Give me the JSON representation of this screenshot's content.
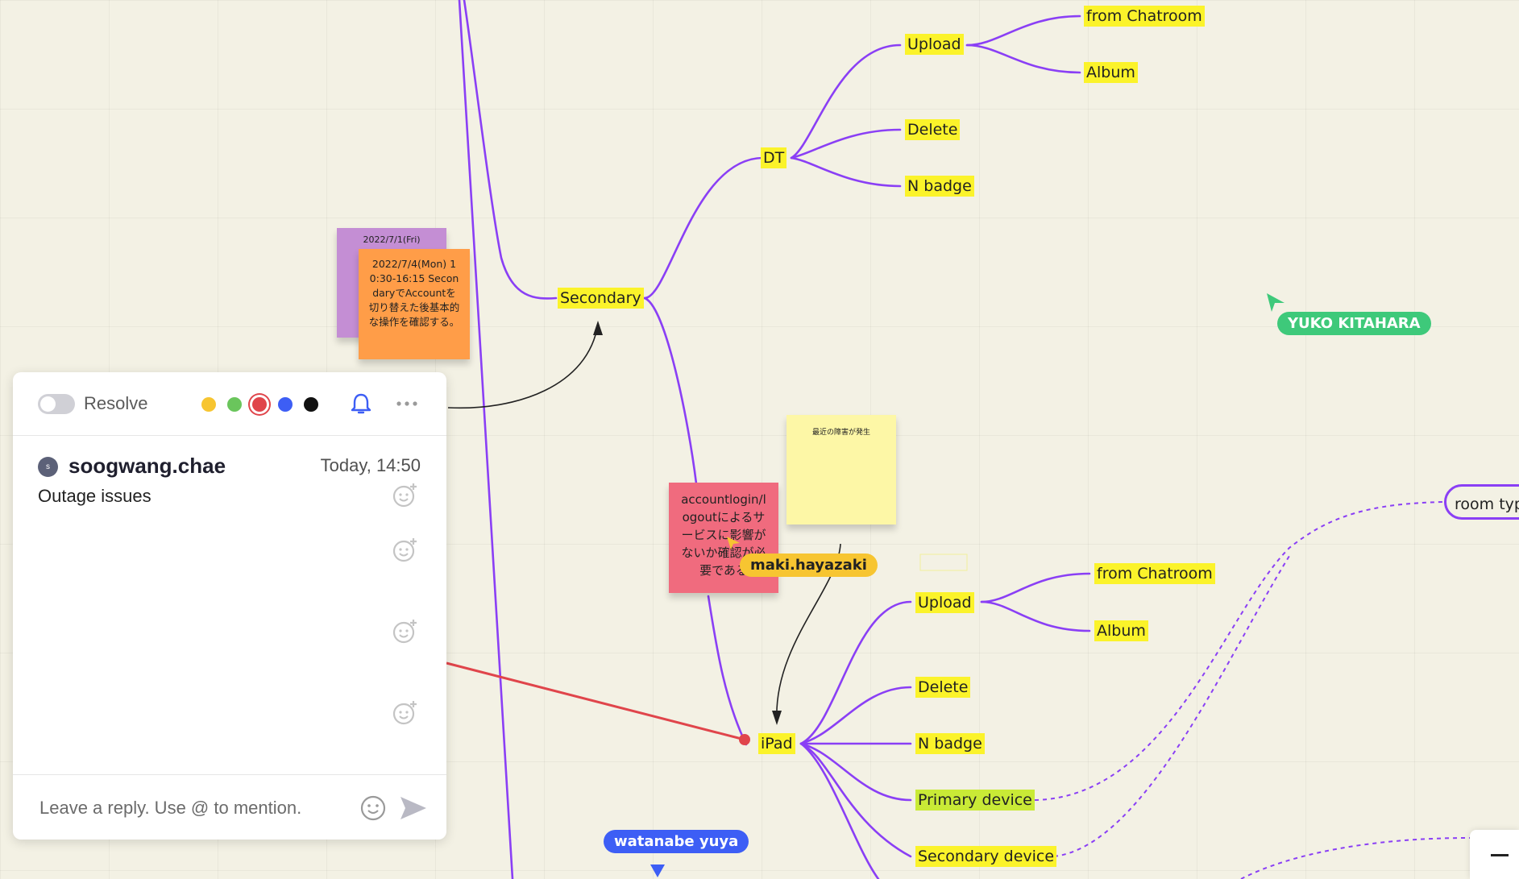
{
  "mindmap": {
    "dt": "DT",
    "secondary": "Secondary",
    "ipad": "iPad",
    "dt_upload": "Upload",
    "dt_from_chatroom": "from Chatroom",
    "dt_album": "Album",
    "dt_delete": "Delete",
    "dt_n_badge": "N badge",
    "ipad_upload": "Upload",
    "ipad_from_chatroom": "from Chatroom",
    "ipad_album": "Album",
    "ipad_delete": "Delete",
    "ipad_n_badge": "N badge",
    "primary_device": "Primary device",
    "secondary_device": "Secondary device",
    "room_type": "room type"
  },
  "stickies": {
    "purple_date": "2022/7/1(Fri)",
    "orange_text": "2022/7/4(Mon) 10:30-16:15 SecondaryでAccountを切り替えた後基本的な操作を確認する。",
    "red_text": "accountlogin/logoutによるサービスに影響がないか確認が必要である",
    "yellow_text": "最近の障害が発生"
  },
  "cursors": {
    "yuko": "YUKO KITAHARA",
    "maki": "maki.hayazaki",
    "watanabe": "watanabe yuya"
  },
  "comment": {
    "resolve_label": "Resolve",
    "author_initial": "s",
    "author": "soogwang.chae",
    "time": "Today, 14:50",
    "text": "Outage issues",
    "reply_placeholder": "Leave a reply. Use @ to mention.",
    "colors": [
      "#f7c531",
      "#6ac55c",
      "#e0454b",
      "#3d5ef5",
      "#111111"
    ],
    "selected_color": "#e0454b"
  },
  "theme": {
    "branch": "#8a3ff5",
    "node_highlight": "#fbf32a",
    "cursor_green": "#3ec97a",
    "cursor_yellow": "#f7c531",
    "cursor_blue": "#3d5ef5",
    "connector_red": "#e0454b"
  }
}
